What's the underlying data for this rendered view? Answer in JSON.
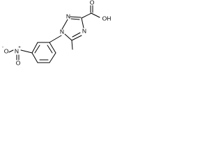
{
  "molecule": {
    "atoms": {
      "nitro_o_minus": "O",
      "nitro_o_minus_charge": "-",
      "nitro_n_plus": "N",
      "nitro_n_plus_charge": "+",
      "nitro_o_double": "O",
      "triazole_n1": "N",
      "triazole_n2": "N",
      "triazole_n4": "N",
      "carboxyl_o": "O",
      "carboxyl_oh": "OH"
    }
  }
}
